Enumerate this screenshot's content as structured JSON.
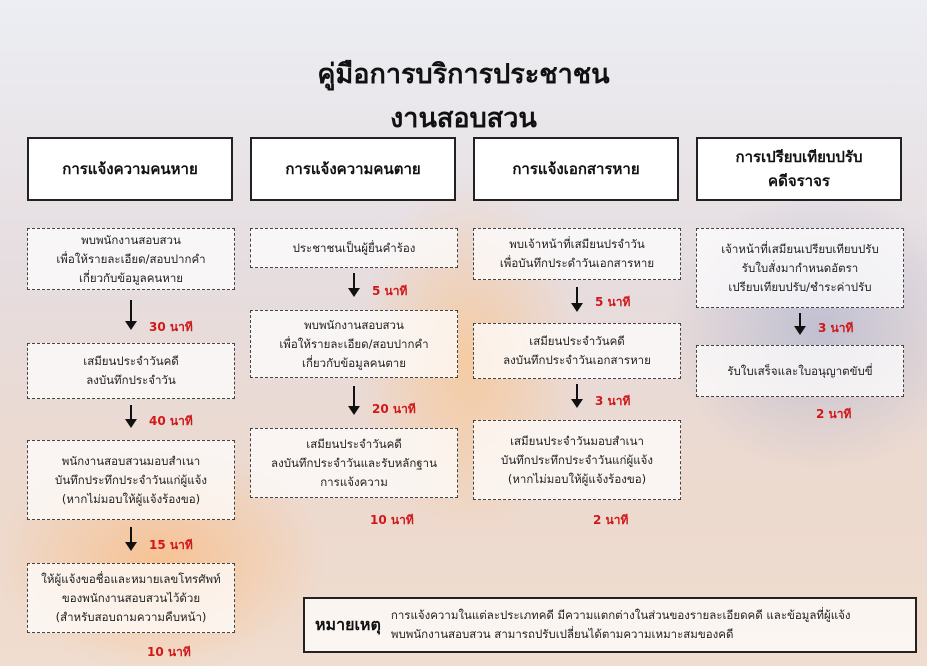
{
  "title": {
    "line1": "คู่มือการบริการประชาชน",
    "line2": "งานสอบสวน"
  },
  "columns": [
    {
      "header": [
        "การแจ้งความคนหาย"
      ],
      "steps": [
        {
          "lines": [
            "พบพนักงานสอบสวน",
            "เพื่อให้รายละเอียด/สอบปากคำ",
            "เกี่ยวกับข้อมูลคนหาย"
          ],
          "time": "30 นาที"
        },
        {
          "lines": [
            "เสมียนประจำวันคดี",
            "ลงบันทึกประจำวัน"
          ],
          "time": "40 นาที"
        },
        {
          "lines": [
            "พนักงานสอบสวนมอบสำเนา",
            "บันทึกประทึกประจำวันแก่ผู้แจ้ง",
            "(หากไม่มอบให้ผู้แจ้งร้องขอ)"
          ],
          "time": "15 นาที"
        },
        {
          "lines": [
            "ให้ผู้แจ้งขอชื่อและหมายเลขโทรศัพท์",
            "ของพนักงานสอบสวนไว้ด้วย",
            "(สำหรับสอบถามความคืบหน้า)"
          ],
          "time": "10 นาที"
        }
      ]
    },
    {
      "header": [
        "การแจ้งความคนตาย"
      ],
      "steps": [
        {
          "lines": [
            "ประชาชนเป็นผู้ยื่นคำร้อง"
          ],
          "time": "5 นาที"
        },
        {
          "lines": [
            "พบพนักงานสอบสวน",
            "เพื่อให้รายละเอียด/สอบปากคำ",
            "เกี่ยวกับข้อมูลคนตาย"
          ],
          "time": "20 นาที"
        },
        {
          "lines": [
            "เสมียนประจำวันคดี",
            "ลงบันทึกประจำวันและรับหลักฐาน",
            "การแจ้งความ"
          ],
          "time": "10 นาที"
        }
      ]
    },
    {
      "header": [
        "การแจ้งเอกสารหาย"
      ],
      "steps": [
        {
          "lines": [
            "พบเจ้าหน้าที่เสมียนปรจำวัน",
            "เพื่อบันทึกประดำวันเอกสารหาย"
          ],
          "time": "5 นาที"
        },
        {
          "lines": [
            "เสมียนประจำวันคดี",
            "ลงบันทึกประจำวันเอกสารหาย"
          ],
          "time": "3 นาที"
        },
        {
          "lines": [
            "เสมียนประจำวันมอบสำเนา",
            "บันทึกประทึกประจำวันแก่ผู้แจ้ง",
            "(หากไม่มอบให้ผู้แจ้งร้องขอ)"
          ],
          "time": "2 นาที"
        }
      ]
    },
    {
      "header": [
        "การเปรียบเทียบปรับ",
        "คดีจราจร"
      ],
      "steps": [
        {
          "lines": [
            "เจ้าหน้าที่เสมียนเปรียบเทียบปรับ",
            "รับใบสั่งมากำหนดอัตรา",
            "เปรียบเทียบปรับ/ชำระค่าปรับ"
          ],
          "time": "3 นาที"
        },
        {
          "lines": [
            "รับใบเสร็จและใบอนุญาตขับขี่"
          ],
          "time": "2 นาที"
        }
      ]
    }
  ],
  "note": {
    "label": "หมายเหตุ",
    "lines": [
      "การแจ้งความในแต่ละประเภทคดี มีความแตกต่างในส่วนของรายละเอียดคดี และข้อมูลที่ผู้แจ้ง",
      "พบพนักงานสอบสวน สามารถปรับเปลี่ยนได้ตามความเหมาะสมของคดี"
    ]
  },
  "colors": {
    "time": "#d0181b",
    "border": "#222222"
  }
}
